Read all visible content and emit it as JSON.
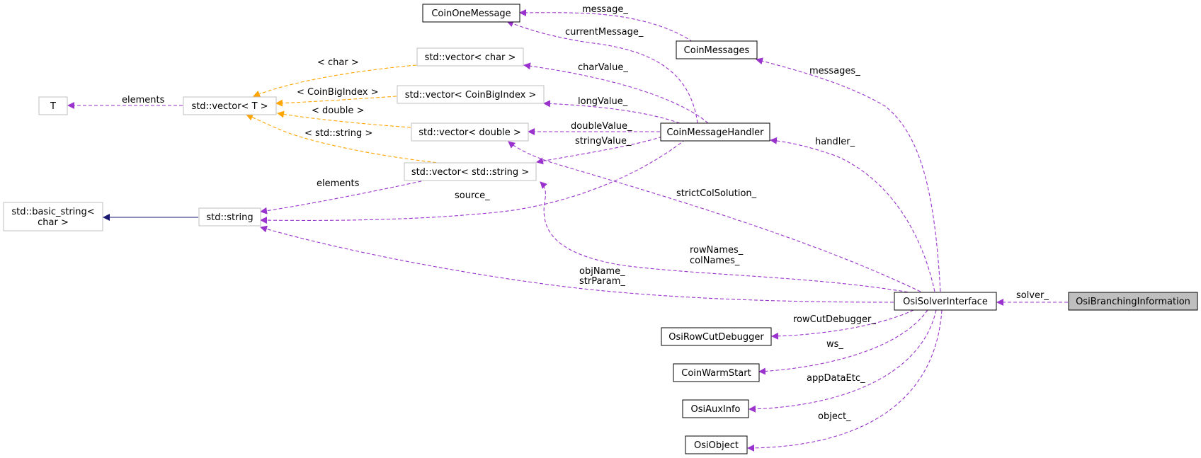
{
  "colors": {
    "member_edge": "#9a32cd",
    "template_edge": "#ffa500",
    "inherit_edge": "#191970",
    "focus_fill": "#bfbfbf",
    "grey_border": "#bfbfbf"
  },
  "nodes": {
    "coinonemessage": "CoinOneMessage",
    "coinmessages": "CoinMessages",
    "vector_char": "std::vector< char >",
    "T": "T",
    "vector_T": "std::vector< T >",
    "vector_bigindex": "std::vector< CoinBigIndex >",
    "vector_double": "std::vector< double >",
    "coinmessagehandler": "CoinMessageHandler",
    "vector_string": "std::vector< std::string >",
    "basic_string_line1": "std::basic_string<",
    "basic_string_line2": "char >",
    "string": "std::string",
    "osisolverinterface": "OsiSolverInterface",
    "osibranchinginformation": "OsiBranchingInformation",
    "osirowcutdebugger": "OsiRowCutDebugger",
    "coinwarmstart": "CoinWarmStart",
    "osiauxinfo": "OsiAuxInfo",
    "osiobject": "OsiObject"
  },
  "edge_labels": {
    "message": "message_",
    "currentmessage": "currentMessage_",
    "messages": "messages_",
    "charvalue": "charValue_",
    "longvalue": "longValue_",
    "doublevalue": "doubleValue_",
    "stringvalue": "stringValue_",
    "handler": "handler_",
    "strictcolsolution": "strictColSolution_",
    "source": "source_",
    "rownames_line1": "rowNames_",
    "rownames_line2": "colNames_",
    "objname_line1": "objName_",
    "objname_line2": "strParam_",
    "solver": "solver_",
    "rowcutdebugger": "rowCutDebugger_",
    "ws": "ws_",
    "appdataetc": "appDataEtc_",
    "object": "object_",
    "elements_T": "elements",
    "elements_string": "elements",
    "tmpl_char": "< char >",
    "tmpl_bigindex": "< CoinBigIndex >",
    "tmpl_double": "< double >",
    "tmpl_string": "< std::string >"
  }
}
